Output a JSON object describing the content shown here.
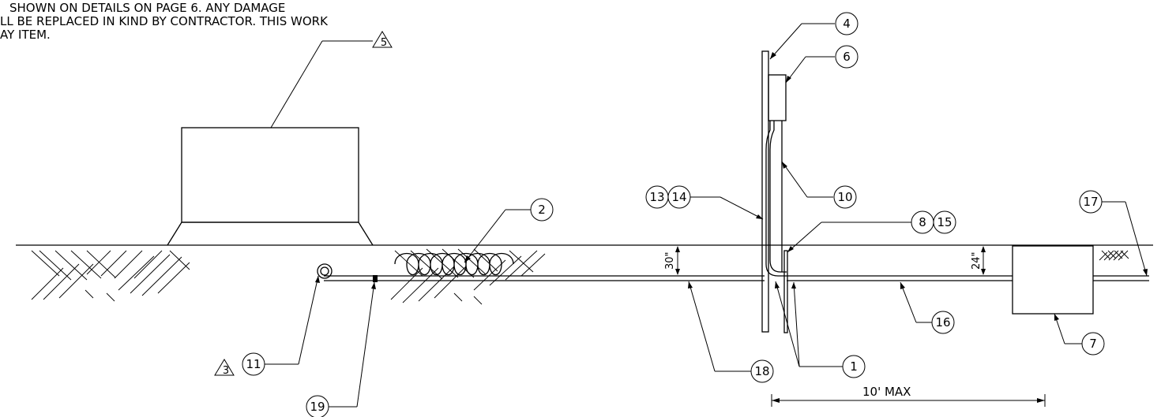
{
  "general_note": {
    "lines": [
      "SHOWN ON DETAILS ON PAGE 6.  ANY DAMAGE",
      "LL BE REPLACED IN KIND BY CONTRACTOR.  THIS WORK",
      "AY ITEM."
    ]
  },
  "callouts": {
    "c1": "1",
    "c2": "2",
    "c3": "3",
    "c4": "4",
    "c5": "5",
    "c6": "6",
    "c7": "7",
    "c8": "8",
    "c10": "10",
    "c11": "11",
    "c13": "13",
    "c14": "14",
    "c15": "15",
    "c16": "16",
    "c17": "17",
    "c18": "18",
    "c19": "19"
  },
  "dimensions": {
    "depth_left": "30\"",
    "depth_right": "24\"",
    "max_distance": "10' MAX"
  }
}
